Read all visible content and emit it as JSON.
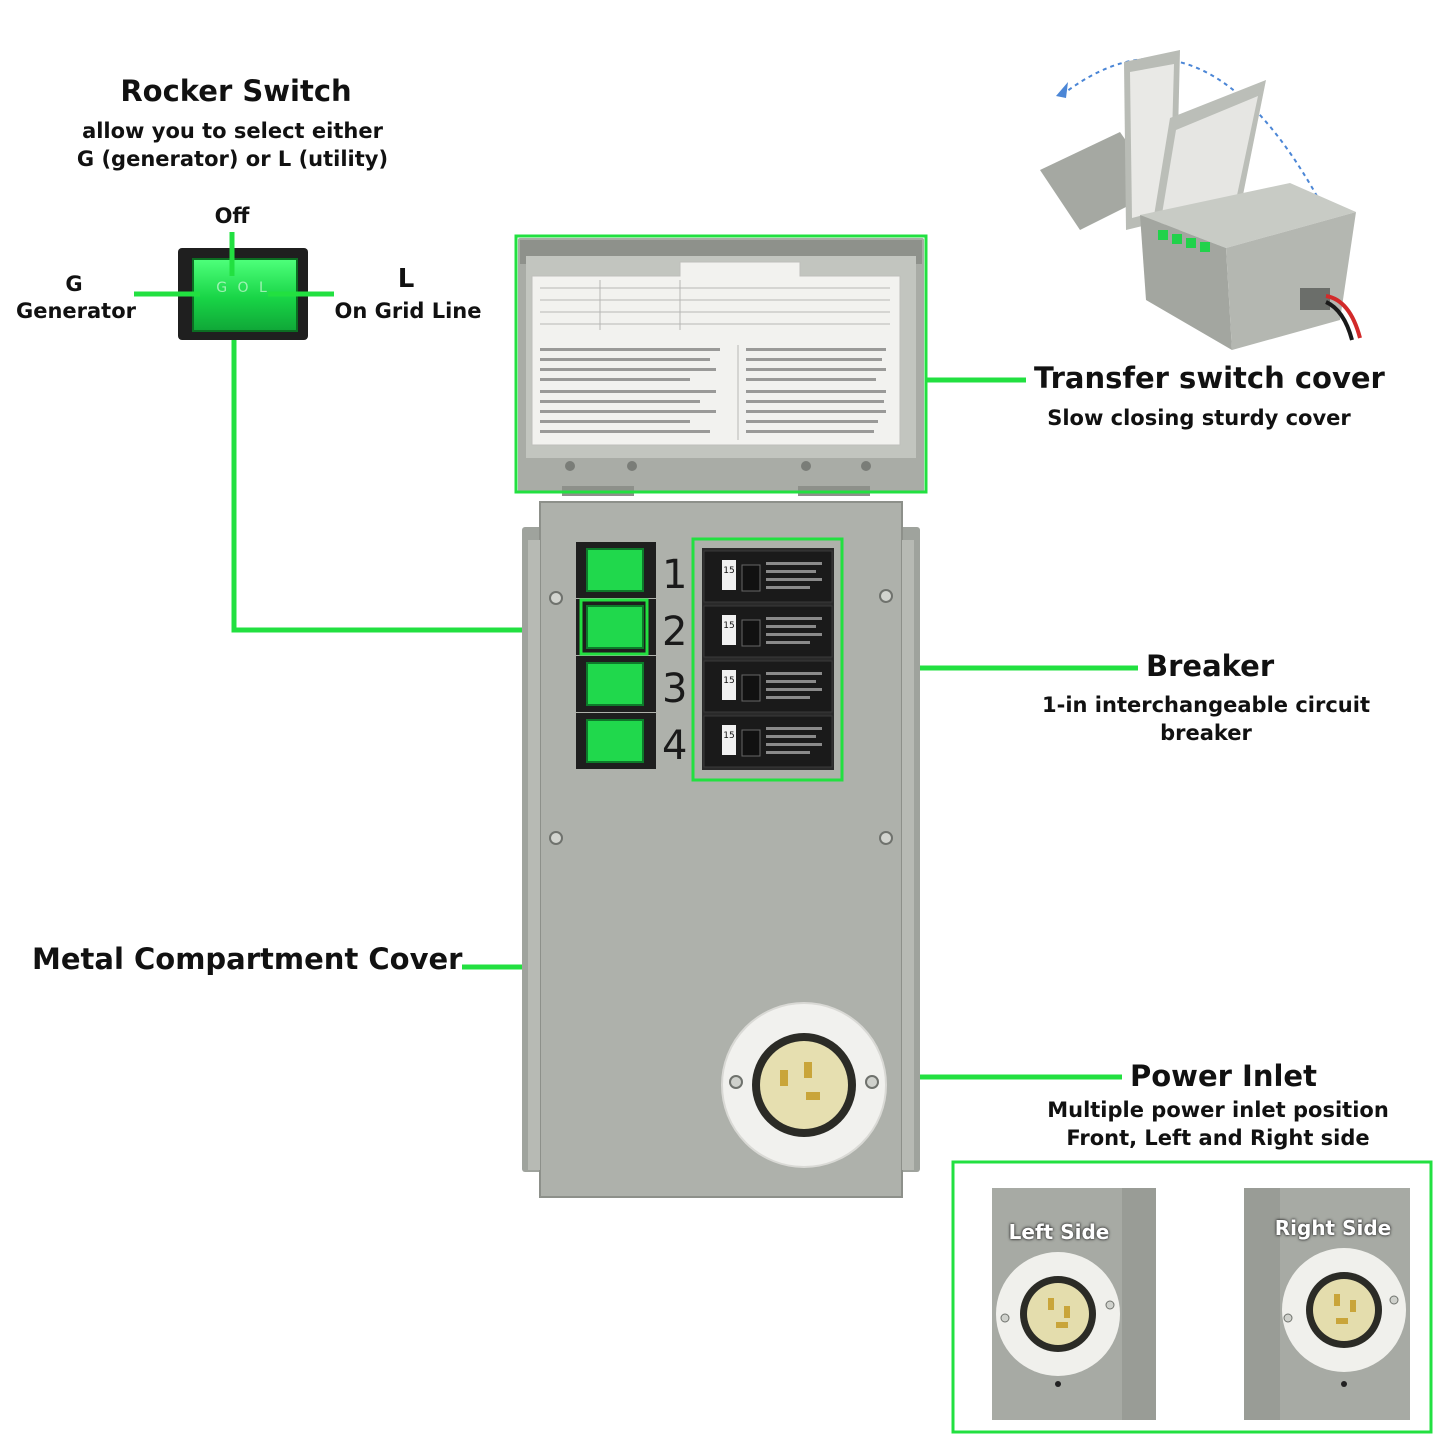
{
  "rocker": {
    "title": "Rocker Switch",
    "desc_line1": "allow you to select either",
    "desc_line2": "G (generator) or L (utility)",
    "off_label": "Off",
    "g_letter": "G",
    "g_label": "Generator",
    "l_letter": "L",
    "l_label": "On Grid Line",
    "switch_letters": "G O L"
  },
  "cover": {
    "title": "Transfer switch cover",
    "subtitle": "Slow closing sturdy cover"
  },
  "breaker": {
    "title": "Breaker",
    "desc_line1": "1-in interchangeable circuit",
    "desc_line2": "breaker",
    "amp_rating": "15"
  },
  "circuits": [
    "1",
    "2",
    "3",
    "4"
  ],
  "metal": {
    "title": "Metal Compartment Cover"
  },
  "inlet": {
    "title": "Power Inlet",
    "desc_line1": "Multiple power inlet position",
    "desc_line2": "Front, Left and Right side"
  },
  "sides": {
    "left": "Left Side",
    "right": "Right Side"
  },
  "colors": {
    "accent_green": "#22e040",
    "switch_green": "#1fd24a",
    "panel_gray": "#a8aba6"
  }
}
